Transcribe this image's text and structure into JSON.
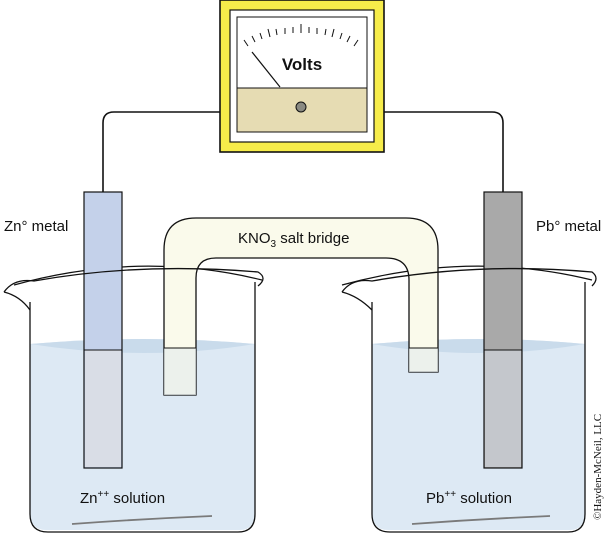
{
  "meter": {
    "label": "Volts"
  },
  "labels": {
    "zn_metal": "Zn° metal",
    "pb_metal": "Pb° metal",
    "salt_bridge_pre": "KNO",
    "salt_bridge_sub": "3",
    "salt_bridge_post": " salt bridge",
    "zn_solution_pre": "Zn",
    "zn_solution_sup": "++",
    "zn_solution_post": " solution",
    "pb_solution_pre": "Pb",
    "pb_solution_sup": "++",
    "pb_solution_post": " solution"
  },
  "copyright": "©Hayden-McNeil, LLC",
  "colors": {
    "meter_frame": "#f6ec4a",
    "meter_face_lower": "#e6dcb3",
    "solution": "#dde9f4",
    "zn_electrode": "#c4d1ea",
    "pb_electrode": "#a9a9a9",
    "salt_bridge": "#fafaeb"
  }
}
